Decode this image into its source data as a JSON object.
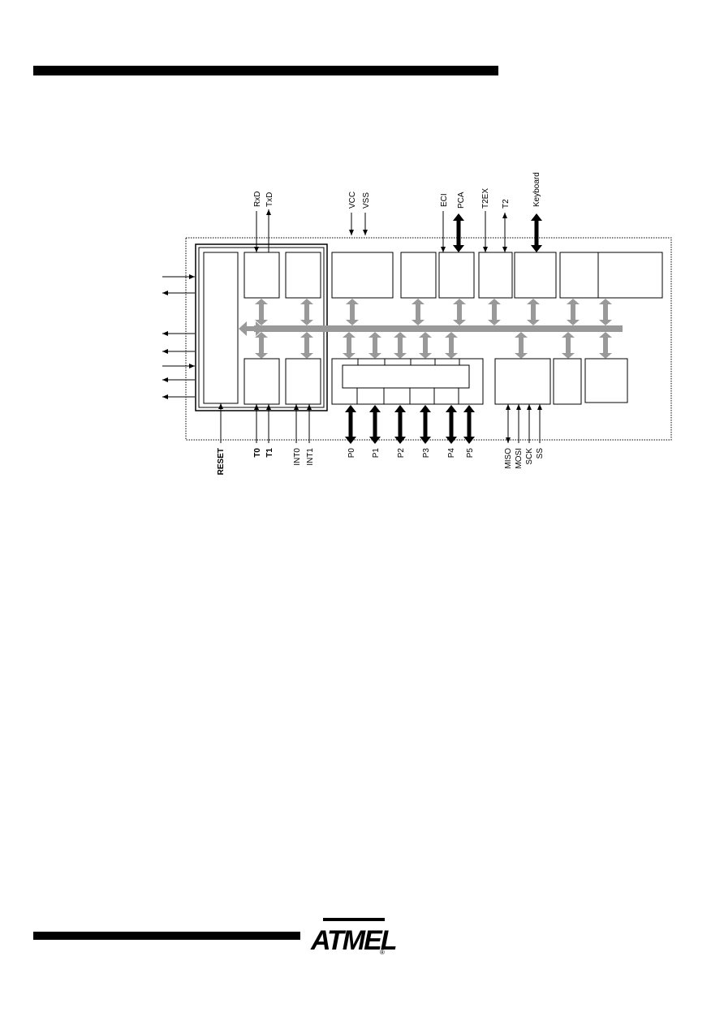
{
  "signals_top": {
    "rxd": "RxD",
    "txd": "TxD",
    "vcc": "VCC",
    "vss": "VSS",
    "eci": "ECI",
    "pca": "PCA",
    "t2ex": "T2EX",
    "t2": "T2",
    "keyboard": "Keyboard"
  },
  "signals_bottom": {
    "reset": "RESET",
    "t0": "T0",
    "t1": "T1",
    "int0": "INT0",
    "int1": "INT1",
    "ports": [
      "P0",
      "P1",
      "P2",
      "P3",
      "P4",
      "P5"
    ],
    "miso": "MISO",
    "mosi": "MOSI",
    "sck": "SCK",
    "ss": "SS"
  },
  "logo": {
    "text": "ATMEL",
    "registered": "®"
  },
  "colors": {
    "bus": "#999999",
    "line": "#000000"
  }
}
